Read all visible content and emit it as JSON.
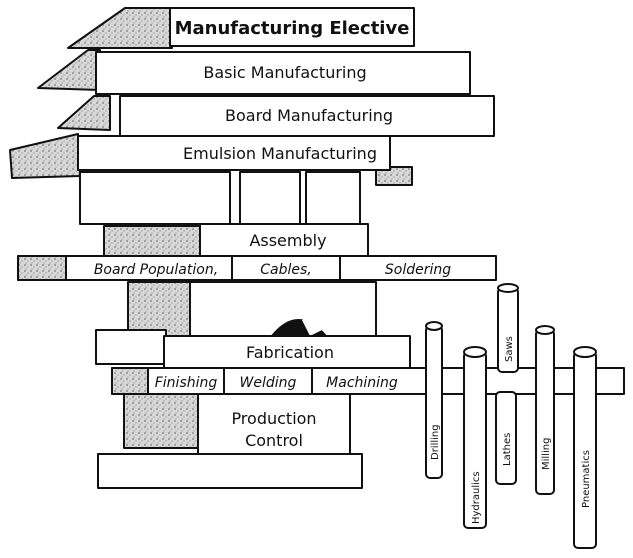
{
  "tiers": {
    "top": "Manufacturing Elective",
    "basic": "Basic Manufacturing",
    "board": "Board Manufacturing",
    "emulsion": "Emulsion Manufacturing",
    "assembly": "Assembly",
    "assembly_parts": [
      "Board Population,",
      "Cables,",
      "Soldering"
    ],
    "fabrication": "Fabrication",
    "fabrication_parts": [
      "Finishing",
      "Welding",
      "Machining"
    ],
    "production_line1": "Production",
    "production_line2": "Control"
  },
  "tools": [
    "Drilling",
    "Hydraulics",
    "Lathes",
    "Saws",
    "Milling",
    "Pneumatics"
  ]
}
